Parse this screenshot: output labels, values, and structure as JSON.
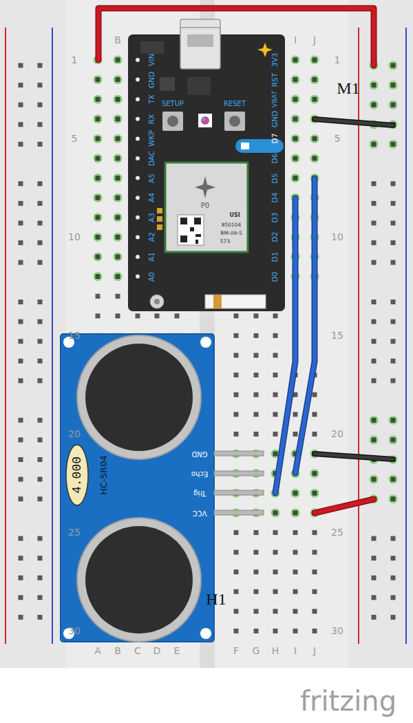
{
  "diagram": {
    "nodes": [
      {
        "text": [
          "VIN",
          "GND",
          "TX",
          "RX",
          "WKP",
          "DAC",
          "A5",
          "A4",
          "A3",
          "A2",
          "A1",
          "A0",
          "3V3",
          "RST",
          "VBAT",
          "GND",
          "D7",
          "D6",
          "D5",
          "D4",
          "D3",
          "D2",
          "D1",
          "D0",
          "SETUP",
          "RESET",
          "P0",
          "USI",
          "850104",
          "BM-09-S",
          "573"
        ]
      },
      {
        "text": [
          "4.000",
          "HC-SR04",
          "GND",
          "Echo",
          "Trig",
          "VCC"
        ]
      }
    ],
    "labels": [
      "B",
      "I",
      "J",
      "1",
      "5",
      "10",
      "15",
      "20",
      "25",
      "30",
      "1",
      "5",
      "10",
      "15",
      "20",
      "25",
      "30",
      "A",
      "B",
      "C",
      "D",
      "E",
      "F",
      "G",
      "H",
      "I",
      "J",
      "M1",
      "H1",
      "fritzing"
    ]
  }
}
